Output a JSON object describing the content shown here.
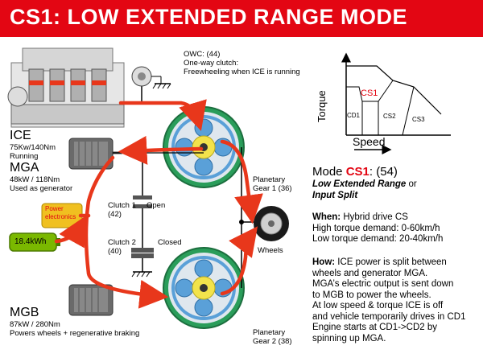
{
  "title": "CS1: LOW EXTENDED RANGE MODE",
  "colors": {
    "accent": "#e30613",
    "power_flow": "#e8371b",
    "battery": "#7ab800",
    "power_box": "#f0c020"
  },
  "owc": {
    "line1": "OWC: (44)",
    "line2": "One-way clutch:",
    "line3": "Freewheeling when ICE is running"
  },
  "ice": {
    "name": "ICE",
    "spec": "75Kw/140Nm",
    "status": "Running"
  },
  "mga": {
    "name": "MGA",
    "spec": "48kW / 118Nm",
    "status": "Used as generator"
  },
  "mgb": {
    "name": "MGB",
    "spec": "87kW / 280Nm",
    "status": "Powers wheels + regenerative braking"
  },
  "power_electronics": {
    "line1": "Power",
    "line2": "electronics"
  },
  "battery": {
    "label": "18.4kWh"
  },
  "clutch1": {
    "name": "Clutch 1",
    "number": "(42)",
    "state": "Open"
  },
  "clutch2": {
    "name": "Clutch 2",
    "number": "(40)",
    "state": "Closed"
  },
  "planetary1": {
    "line1": "Planetary",
    "line2": "Gear 1 (36)"
  },
  "planetary2": {
    "line1": "Planetary",
    "line2": "Gear 2 (38)"
  },
  "wheels": {
    "label": "Wheels"
  },
  "graph": {
    "y_label": "Torque",
    "x_label": "Speed",
    "regions": [
      "CS1",
      "CD1",
      "CS2",
      "CS3"
    ]
  },
  "mode": {
    "prefix": "Mode ",
    "name": "CS1",
    "suffix": ": (54)",
    "line2a": "Low Extended Range",
    "line2b": " or",
    "line3": "Input Split"
  },
  "when": {
    "label": "When:",
    "line1": " Hybrid drive CS",
    "line2": "High torque demand: 0-60km/h",
    "line3": "Low torque demand: 20-40km/h"
  },
  "how": {
    "label": "How:",
    "line1": " ICE power is split between",
    "line2": " wheels and generator MGA.",
    "line3": "MGA’s electric output is sent down",
    "line4": " to MGB to power the wheels.",
    "line5": "At low speed & torque ICE is off",
    "line6": " and vehicle temporarily drives in CD1",
    "line7": "Engine starts at CD1->CD2 by",
    "line8": " spinning up MGA."
  }
}
